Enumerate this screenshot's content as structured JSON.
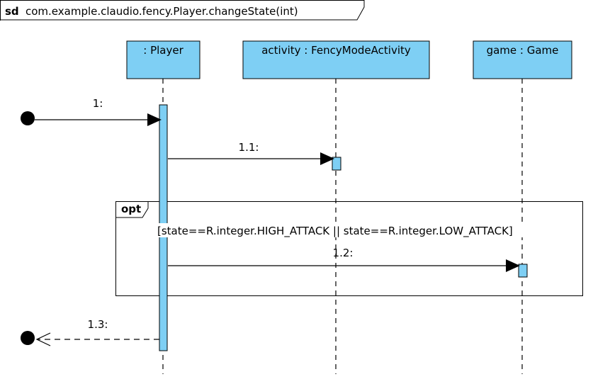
{
  "frame": {
    "keyword": "sd",
    "title": "com.example.claudio.fency.Player.changeState(int)"
  },
  "lifelines": [
    {
      "label": ": Player"
    },
    {
      "label": "activity : FencyModeActivity"
    },
    {
      "label": "game : Game"
    }
  ],
  "messages": [
    {
      "label": "1:",
      "from": "start",
      "to": ": Player",
      "kind": "synchronous"
    },
    {
      "label": "1.1:",
      "from": ": Player",
      "to": "activity : FencyModeActivity",
      "kind": "synchronous"
    },
    {
      "label": "1.2:",
      "from": ": Player",
      "to": "game : Game",
      "kind": "synchronous"
    },
    {
      "label": "1.3:",
      "from": ": Player",
      "to": "end",
      "kind": "reply"
    }
  ],
  "fragment": {
    "operator": "opt",
    "guard": "[state==R.integer.HIGH_ATTACK || state==R.integer.LOW_ATTACK]"
  },
  "colors": {
    "participant_fill": "#7ecff4",
    "line": "#000000",
    "background": "#ffffff"
  }
}
